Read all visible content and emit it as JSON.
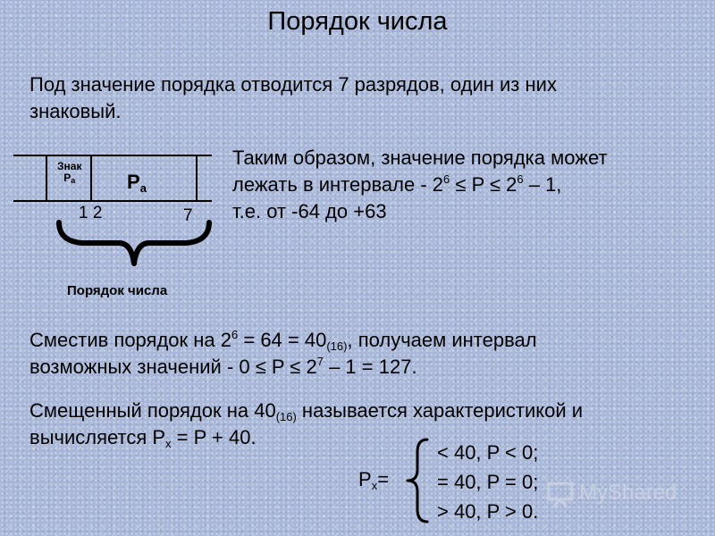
{
  "title": "Порядок числа",
  "intro": {
    "line1": "Под значение порядка отводится 7 разрядов, один из них",
    "line2": "знаковый."
  },
  "diagram": {
    "sign_label_top": "Знак",
    "sign_label_p": "P",
    "sign_label_sub": "a",
    "field_label_p": "P",
    "field_label_sub": "a",
    "bit_start": "1 2",
    "bit_end": "7",
    "brace_caption": "Порядок числа"
  },
  "range": {
    "line1": "Таким образом, значение порядка может",
    "line2_a": "лежать в интервале   - 2",
    "line2_exp1": "6",
    "line2_b": " ≤ P ≤ 2",
    "line2_exp2": "6",
    "line2_c": " – 1,",
    "line3": "т.е. от -64 до +63"
  },
  "shift": {
    "l1_a": "Сместив порядок на  2",
    "l1_exp": "6",
    "l1_b": " = 64 = 40",
    "l1_sub": "(16)",
    "l1_c": ", получаем интервал",
    "l2_a": "возможных значений - 0 ≤ P ≤ 2",
    "l2_exp": "7",
    "l2_b": " – 1 = 127."
  },
  "characteristic": {
    "l1_a": "Смещенный порядок на 40",
    "l1_sub": "(16)",
    "l1_b": " называется характеристикой и",
    "l2_a": "вычисляется  P",
    "l2_sub": "x",
    "l2_b": " = P + 40."
  },
  "cases": {
    "lhs_p": "P",
    "lhs_sub": "x",
    "lhs_eq": "=",
    "row1": "< 40,  P < 0;",
    "row2": "= 40,  P = 0;",
    "row3": "> 40,  P > 0."
  },
  "watermark": {
    "text": "MyShared"
  }
}
